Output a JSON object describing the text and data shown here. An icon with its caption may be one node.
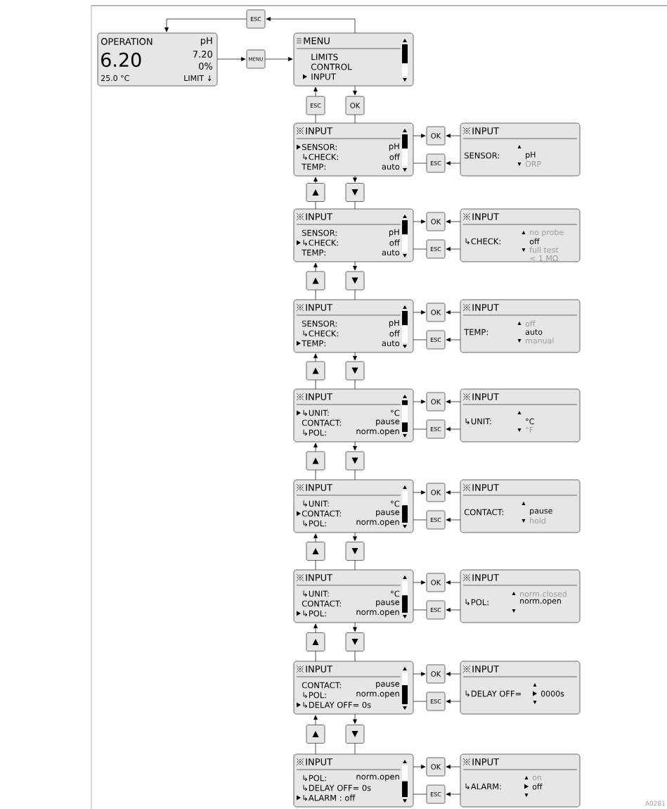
{
  "diagram": {
    "nodes": [
      {
        "text": [
          "OPERATION",
          "pH",
          "6.20",
          "7.20",
          "0%",
          "25.0 °C",
          "LIMIT ↓"
        ]
      },
      {
        "text": [
          "ESC"
        ]
      },
      {
        "text": [
          "MENU"
        ]
      },
      {
        "text": [
          "MENU",
          "LIMITS",
          "CONTROL",
          "INPUT"
        ]
      },
      {
        "text": [
          "ESC"
        ]
      },
      {
        "text": [
          "OK"
        ]
      },
      {
        "text": [
          "INPUT",
          "SENSOR:",
          "pH",
          "↳CHECK:",
          "off",
          "TEMP:",
          "auto"
        ]
      },
      {
        "text": [
          "OK"
        ]
      },
      {
        "text": [
          "ESC"
        ]
      },
      {
        "text": [
          "INPUT",
          "SENSOR:",
          "pH",
          "ORP"
        ]
      },
      {
        "text": [
          "▲"
        ]
      },
      {
        "text": [
          "▼"
        ]
      },
      {
        "text": [
          "INPUT",
          "SENSOR:",
          "pH",
          "↳CHECK:",
          "off",
          "TEMP:",
          "auto"
        ]
      },
      {
        "text": [
          "OK"
        ]
      },
      {
        "text": [
          "ESC"
        ]
      },
      {
        "text": [
          "INPUT",
          "↳CHECK:",
          "no probe",
          "off",
          "full test",
          "< 1 MΩ"
        ]
      },
      {
        "text": [
          "▲"
        ]
      },
      {
        "text": [
          "▼"
        ]
      },
      {
        "text": [
          "INPUT",
          "SENSOR:",
          "pH",
          "↳CHECK:",
          "off",
          "TEMP:",
          "auto"
        ]
      },
      {
        "text": [
          "OK"
        ]
      },
      {
        "text": [
          "ESC"
        ]
      },
      {
        "text": [
          "INPUT",
          "TEMP:",
          "off",
          "auto",
          "manual"
        ]
      },
      {
        "text": [
          "▲"
        ]
      },
      {
        "text": [
          "▼"
        ]
      },
      {
        "text": [
          "INPUT",
          "↳UNIT:",
          "°C",
          "CONTACT:",
          "pause",
          "↳POL:",
          "norm.open"
        ]
      },
      {
        "text": [
          "OK"
        ]
      },
      {
        "text": [
          "ESC"
        ]
      },
      {
        "text": [
          "INPUT",
          "↳UNIT:",
          "°C",
          "°F"
        ]
      },
      {
        "text": [
          "▲"
        ]
      },
      {
        "text": [
          "▼"
        ]
      },
      {
        "text": [
          "INPUT",
          "↳UNIT:",
          "°C",
          "CONTACT:",
          "pause",
          "↳POL:",
          "norm.open"
        ]
      },
      {
        "text": [
          "OK"
        ]
      },
      {
        "text": [
          "ESC"
        ]
      },
      {
        "text": [
          "INPUT",
          "CONTACT:",
          "pause",
          "hold"
        ]
      },
      {
        "text": [
          "▲"
        ]
      },
      {
        "text": [
          "▼"
        ]
      },
      {
        "text": [
          "INPUT",
          "↳UNIT:",
          "°C",
          "CONTACT:",
          "pause",
          "↳POL:",
          "norm.open"
        ]
      },
      {
        "text": [
          "OK"
        ]
      },
      {
        "text": [
          "ESC"
        ]
      },
      {
        "text": [
          "INPUT",
          "↳POL:",
          "norm.closed",
          "norm.open"
        ]
      },
      {
        "text": [
          "▲"
        ]
      },
      {
        "text": [
          "▼"
        ]
      },
      {
        "text": [
          "INPUT",
          "CONTACT:",
          "pause",
          "↳POL:",
          "norm.open",
          "↳DELAY OFF= 0s"
        ]
      },
      {
        "text": [
          "OK"
        ]
      },
      {
        "text": [
          "ESC"
        ]
      },
      {
        "text": [
          "INPUT",
          "↳DELAY OFF=",
          "0000s"
        ]
      },
      {
        "text": [
          "▲"
        ]
      },
      {
        "text": [
          "▼"
        ]
      },
      {
        "text": [
          "INPUT",
          "↳POL:",
          "norm.open",
          "↳DELAY OFF= 0s",
          "↳ALARM : off"
        ]
      },
      {
        "text": [
          "OK"
        ]
      },
      {
        "text": [
          "ESC"
        ]
      },
      {
        "text": [
          "INPUT",
          "↳ALARM:",
          "on",
          "off"
        ]
      }
    ],
    "edges": [
      {
        "from": 0,
        "to": 2,
        "arrow": "to"
      },
      {
        "from": 2,
        "to": 3,
        "arrow": "to"
      },
      {
        "from": 3,
        "to": 1,
        "arrow": "to"
      },
      {
        "from": 1,
        "to": 0,
        "arrow": "to"
      },
      {
        "from": 6,
        "to": 4,
        "arrow": "none"
      },
      {
        "from": 4,
        "to": 3,
        "arrow": "to"
      },
      {
        "from": 3,
        "to": 5,
        "arrow": "to"
      },
      {
        "from": 5,
        "to": 6,
        "arrow": "none"
      },
      {
        "from": 6,
        "to": 7,
        "arrow": "to"
      },
      {
        "from": 9,
        "to": 7,
        "arrow": "to"
      },
      {
        "from": 9,
        "to": 8,
        "arrow": "to"
      },
      {
        "from": 8,
        "to": 6,
        "arrow": "none"
      },
      {
        "from": 12,
        "to": 10,
        "arrow": "none"
      },
      {
        "from": 10,
        "to": 6,
        "arrow": "to"
      },
      {
        "from": 6,
        "to": 11,
        "arrow": "to"
      },
      {
        "from": 11,
        "to": 12,
        "arrow": "none"
      },
      {
        "from": 12,
        "to": 13,
        "arrow": "to"
      },
      {
        "from": 15,
        "to": 13,
        "arrow": "to"
      },
      {
        "from": 15,
        "to": 14,
        "arrow": "to"
      },
      {
        "from": 14,
        "to": 12,
        "arrow": "none"
      },
      {
        "from": 18,
        "to": 16,
        "arrow": "none"
      },
      {
        "from": 16,
        "to": 12,
        "arrow": "to"
      },
      {
        "from": 12,
        "to": 17,
        "arrow": "to"
      },
      {
        "from": 17,
        "to": 18,
        "arrow": "none"
      },
      {
        "from": 18,
        "to": 19,
        "arrow": "to"
      },
      {
        "from": 21,
        "to": 19,
        "arrow": "to"
      },
      {
        "from": 21,
        "to": 20,
        "arrow": "to"
      },
      {
        "from": 20,
        "to": 18,
        "arrow": "none"
      },
      {
        "from": 24,
        "to": 22,
        "arrow": "none"
      },
      {
        "from": 22,
        "to": 18,
        "arrow": "to"
      },
      {
        "from": 18,
        "to": 23,
        "arrow": "to"
      },
      {
        "from": 23,
        "to": 24,
        "arrow": "none"
      },
      {
        "from": 24,
        "to": 25,
        "arrow": "to"
      },
      {
        "from": 27,
        "to": 25,
        "arrow": "to"
      },
      {
        "from": 27,
        "to": 26,
        "arrow": "to"
      },
      {
        "from": 26,
        "to": 24,
        "arrow": "none"
      },
      {
        "from": 30,
        "to": 28,
        "arrow": "none"
      },
      {
        "from": 28,
        "to": 24,
        "arrow": "to"
      },
      {
        "from": 24,
        "to": 29,
        "arrow": "to"
      },
      {
        "from": 29,
        "to": 30,
        "arrow": "none"
      },
      {
        "from": 30,
        "to": 31,
        "arrow": "to"
      },
      {
        "from": 33,
        "to": 31,
        "arrow": "to"
      },
      {
        "from": 33,
        "to": 32,
        "arrow": "to"
      },
      {
        "from": 32,
        "to": 30,
        "arrow": "none"
      },
      {
        "from": 36,
        "to": 34,
        "arrow": "none"
      },
      {
        "from": 34,
        "to": 30,
        "arrow": "to"
      },
      {
        "from": 30,
        "to": 35,
        "arrow": "to"
      },
      {
        "from": 35,
        "to": 36,
        "arrow": "none"
      },
      {
        "from": 36,
        "to": 37,
        "arrow": "to"
      },
      {
        "from": 39,
        "to": 37,
        "arrow": "to"
      },
      {
        "from": 39,
        "to": 38,
        "arrow": "to"
      },
      {
        "from": 38,
        "to": 36,
        "arrow": "none"
      },
      {
        "from": 42,
        "to": 40,
        "arrow": "none"
      },
      {
        "from": 40,
        "to": 36,
        "arrow": "to"
      },
      {
        "from": 36,
        "to": 41,
        "arrow": "to"
      },
      {
        "from": 41,
        "to": 42,
        "arrow": "none"
      },
      {
        "from": 42,
        "to": 43,
        "arrow": "to"
      },
      {
        "from": 45,
        "to": 43,
        "arrow": "to"
      },
      {
        "from": 45,
        "to": 44,
        "arrow": "to"
      },
      {
        "from": 44,
        "to": 42,
        "arrow": "none"
      },
      {
        "from": 48,
        "to": 46,
        "arrow": "none"
      },
      {
        "from": 46,
        "to": 42,
        "arrow": "to"
      },
      {
        "from": 42,
        "to": 47,
        "arrow": "to"
      },
      {
        "from": 47,
        "to": 48,
        "arrow": "none"
      },
      {
        "from": 48,
        "to": 49,
        "arrow": "to"
      },
      {
        "from": 51,
        "to": 49,
        "arrow": "to"
      },
      {
        "from": 51,
        "to": 50,
        "arrow": "to"
      },
      {
        "from": 50,
        "to": 48,
        "arrow": "none"
      }
    ],
    "labels": [
      "A0281"
    ]
  }
}
